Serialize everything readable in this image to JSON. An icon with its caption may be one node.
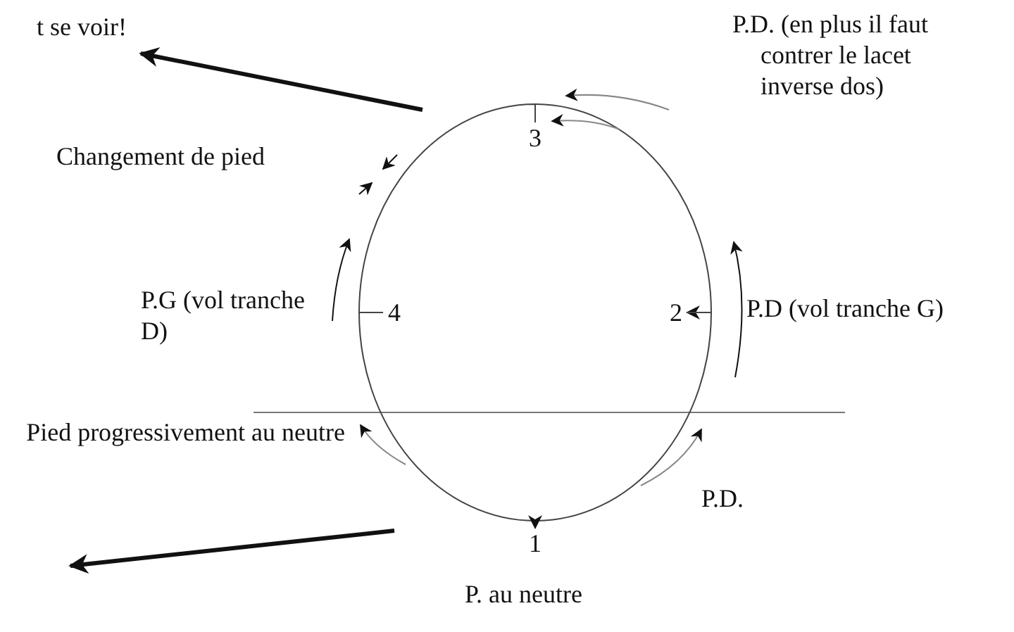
{
  "diagram": {
    "nodes": [
      {
        "text": [
          "1"
        ]
      },
      {
        "text": [
          "2"
        ]
      },
      {
        "text": [
          "3"
        ]
      },
      {
        "text": [
          "4"
        ]
      },
      {
        "text": [
          "t se voir!"
        ]
      }
    ],
    "edges": [
      {
        "from": 0,
        "to": 1,
        "arrow": "to"
      },
      {
        "from": 1,
        "to": 2,
        "arrow": "none"
      },
      {
        "from": 2,
        "to": 3,
        "arrow": "none"
      },
      {
        "from": 3,
        "to": 0,
        "arrow": "to"
      },
      {
        "from": null,
        "to": 4,
        "arrow": "to",
        "style": "thick"
      }
    ],
    "labels": [
      "P.D. (en plus il faut contrer le lacet inverse dos)",
      "Changement de pied",
      "P.G (vol tranche D)",
      "P.D (vol tranche G)",
      "Pied progressivement au neutre",
      "P.D.",
      "P. au neutre"
    ]
  }
}
